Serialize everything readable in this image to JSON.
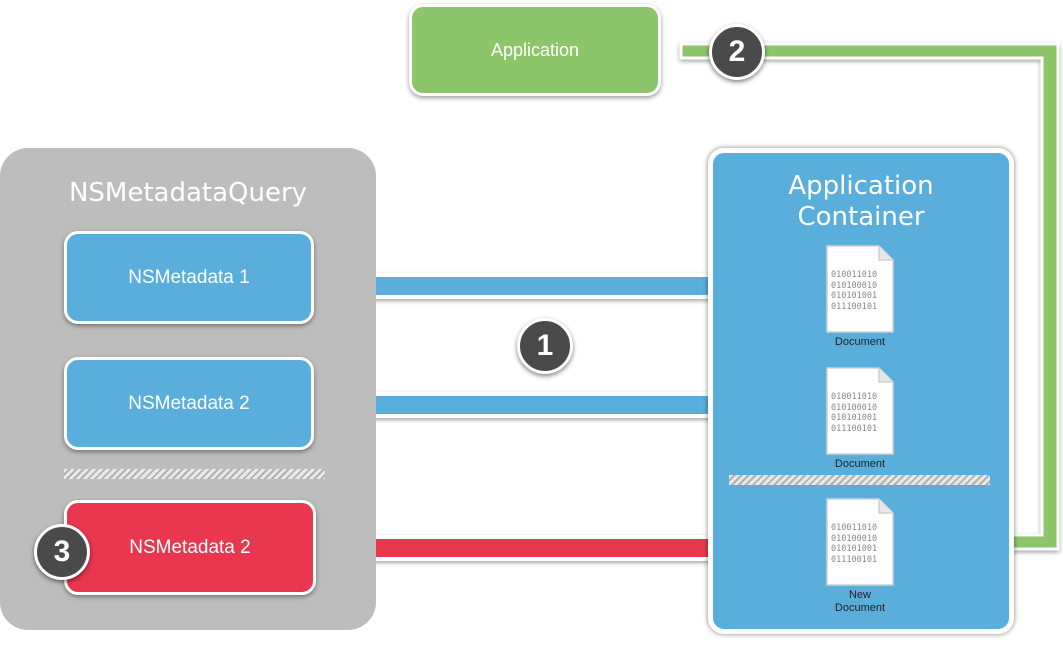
{
  "query_panel": {
    "title": "NSMetadataQuery"
  },
  "container_panel": {
    "title_line1": "Application",
    "title_line2": "Container"
  },
  "application": {
    "label": "Application"
  },
  "metadata_items": [
    {
      "label": "NSMetadata 1"
    },
    {
      "label": "NSMetadata 2"
    },
    {
      "label": "NSMetadata 2"
    }
  ],
  "documents": [
    {
      "bits": "010011010\n010100010\n010101001\n011100101",
      "label": "Document"
    },
    {
      "bits": "010011010\n010100010\n010101001\n011100101",
      "label": "Document"
    },
    {
      "bits": "010011010\n010100010\n010101001\n011100101",
      "label": "New\nDocument"
    }
  ],
  "badges": [
    "1",
    "2",
    "3"
  ],
  "colors": {
    "blue": "#5aaedc",
    "red": "#e8374f",
    "green": "#8cc56a",
    "gray_panel": "#bdbdbd",
    "badge": "#4a4a4a"
  }
}
